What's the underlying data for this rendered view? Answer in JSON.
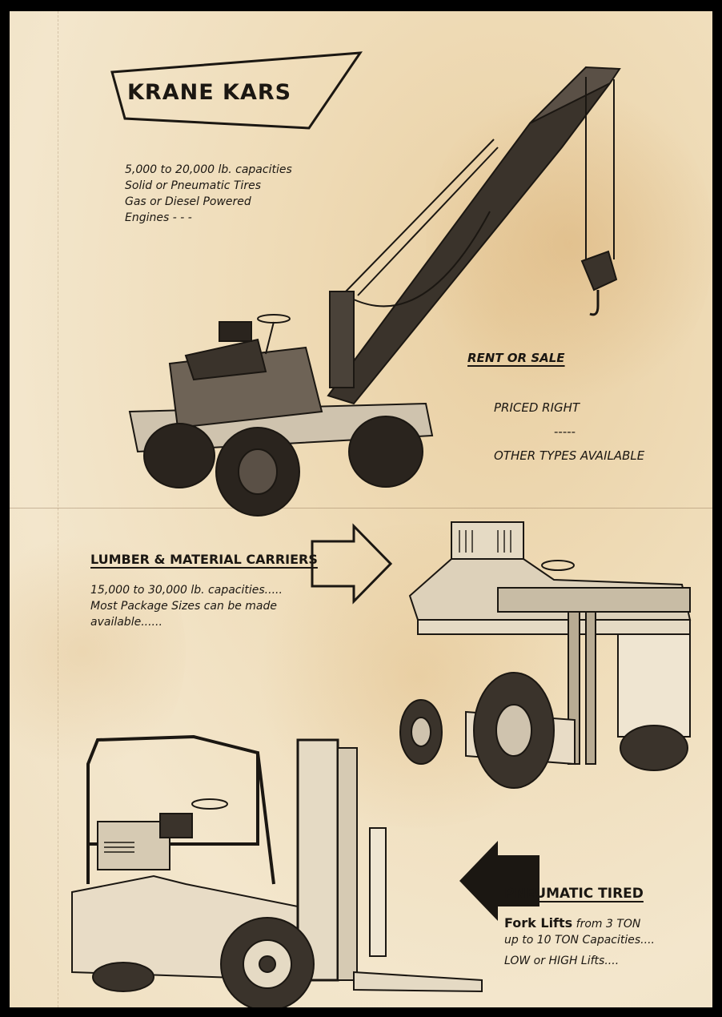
{
  "krane": {
    "title": "KRANE KARS",
    "specs": [
      "5,000 to 20,000 lb. capacities",
      "Solid or Pneumatic Tires",
      "Gas or Diesel Powered",
      "Engines - - -"
    ]
  },
  "offer": {
    "rent": "RENT OR SALE",
    "priced": "PRICED RIGHT",
    "dash": "-----",
    "other": "OTHER TYPES AVAILABLE"
  },
  "lumber": {
    "title": "LUMBER & MATERIAL CARRIERS",
    "specs": [
      "15,000 to 30,000 lb. capacities.....",
      "Most Package Sizes can be made",
      "available......"
    ]
  },
  "forklift": {
    "title": "PNEUMATIC TIRED",
    "line1_bold": "Fork Lifts",
    "line1_rest": "from 3 TON",
    "line2": "up to 10 TON Capacities....",
    "line3": "LOW or HIGH Lifts...."
  },
  "colors": {
    "paper": "#f1e3c6",
    "ink": "#1b1712"
  }
}
